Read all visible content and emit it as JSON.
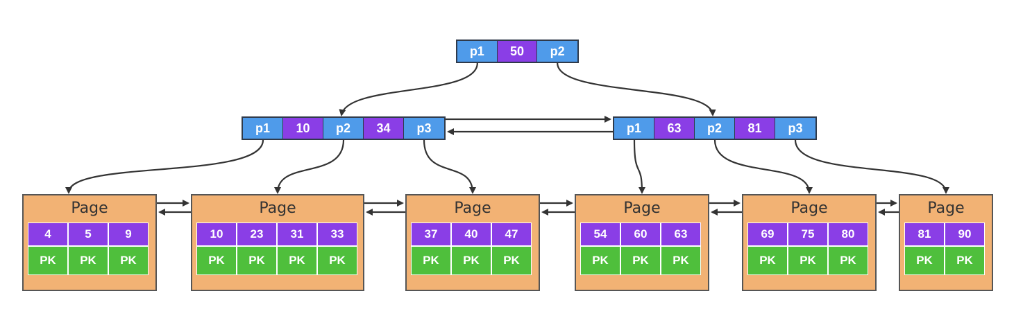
{
  "colors": {
    "pointer": "#4f9bea",
    "key": "#8a3ee6",
    "page_fill": "#f2b274",
    "pk_fill": "#4fbf3c",
    "arrow": "#333333"
  },
  "root": {
    "cells": [
      {
        "text": "p1",
        "kind": "pointer"
      },
      {
        "text": "50",
        "kind": "key"
      },
      {
        "text": "p2",
        "kind": "pointer"
      }
    ]
  },
  "internal": [
    {
      "cells": [
        {
          "text": "p1",
          "kind": "pointer"
        },
        {
          "text": "10",
          "kind": "key"
        },
        {
          "text": "p2",
          "kind": "pointer"
        },
        {
          "text": "34",
          "kind": "key"
        },
        {
          "text": "p3",
          "kind": "pointer"
        }
      ]
    },
    {
      "cells": [
        {
          "text": "p1",
          "kind": "pointer"
        },
        {
          "text": "63",
          "kind": "key"
        },
        {
          "text": "p2",
          "kind": "pointer"
        },
        {
          "text": "81",
          "kind": "key"
        },
        {
          "text": "p3",
          "kind": "pointer"
        }
      ]
    }
  ],
  "pages": [
    {
      "label": "Page",
      "keys": [
        "4",
        "5",
        "9"
      ],
      "pk": [
        "PK",
        "PK",
        "PK"
      ]
    },
    {
      "label": "Page",
      "keys": [
        "10",
        "23",
        "31",
        "33"
      ],
      "pk": [
        "PK",
        "PK",
        "PK",
        "PK"
      ]
    },
    {
      "label": "Page",
      "keys": [
        "37",
        "40",
        "47"
      ],
      "pk": [
        "PK",
        "PK",
        "PK"
      ]
    },
    {
      "label": "Page",
      "keys": [
        "54",
        "60",
        "63"
      ],
      "pk": [
        "PK",
        "PK",
        "PK"
      ]
    },
    {
      "label": "Page",
      "keys": [
        "69",
        "75",
        "80"
      ],
      "pk": [
        "PK",
        "PK",
        "PK"
      ]
    },
    {
      "label": "Page",
      "keys": [
        "81",
        "90"
      ],
      "pk": [
        "PK",
        "PK"
      ]
    }
  ]
}
